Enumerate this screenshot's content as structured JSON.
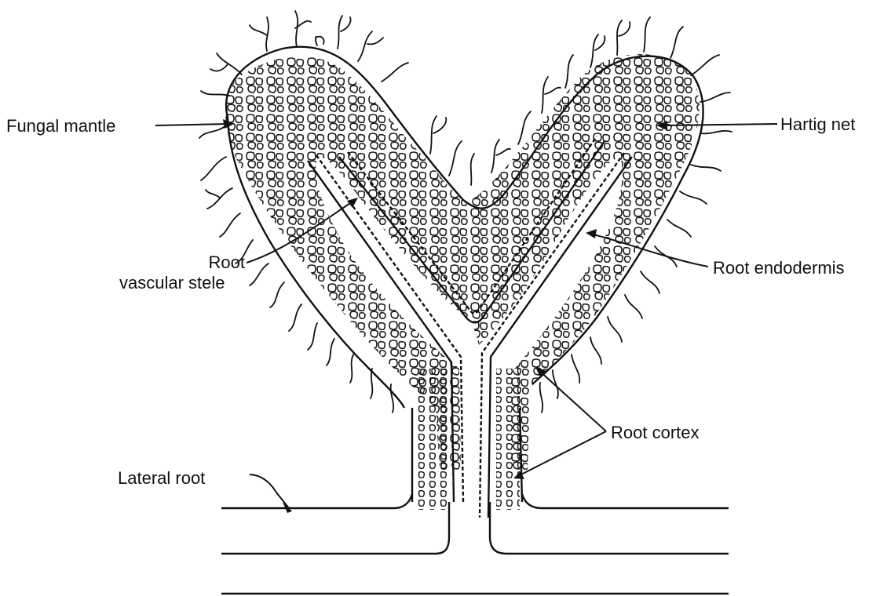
{
  "labels": {
    "fungal_mantle": "Fungal mantle",
    "hartig_net": "Hartig net",
    "root_line1": "Root",
    "root_line2": "vascular stele",
    "root_endodermis": "Root endodermis",
    "root_cortex": "Root cortex",
    "lateral_root": "Lateral root"
  },
  "colors": {
    "ink": "#111111",
    "background": "#ffffff"
  }
}
